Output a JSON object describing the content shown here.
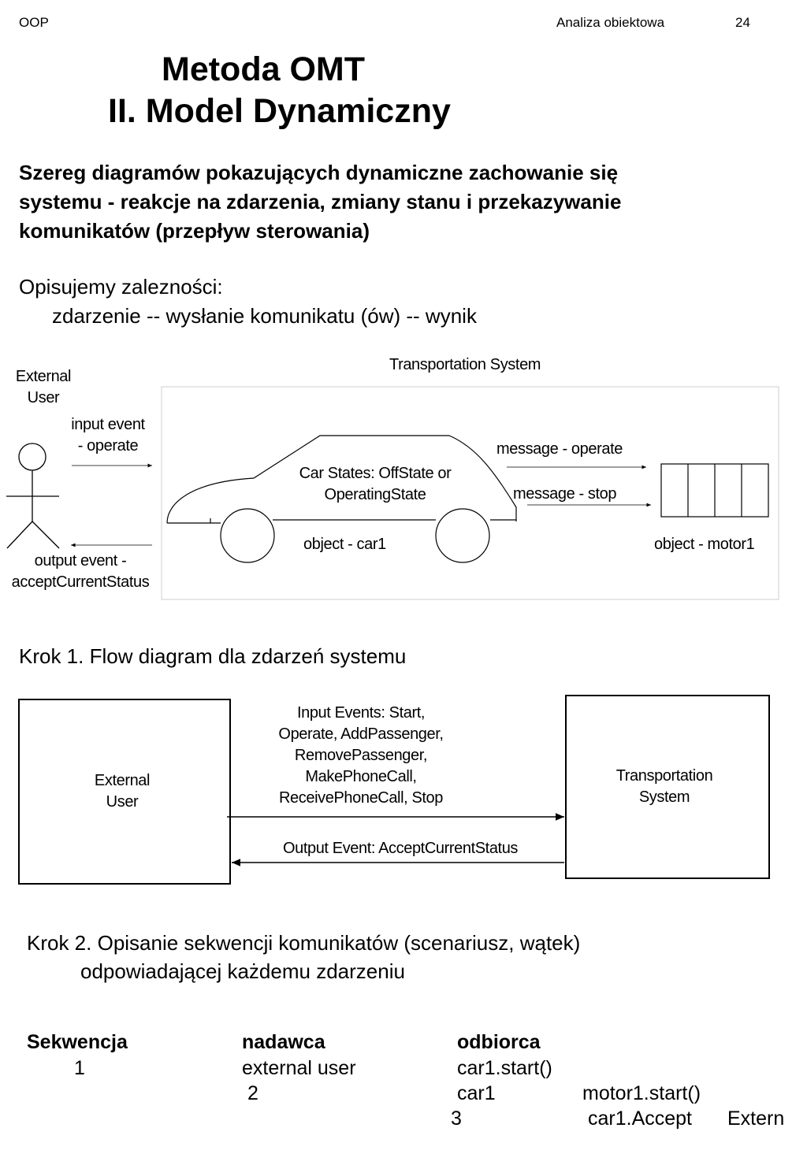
{
  "header": {
    "left": "OOP",
    "center": "Analiza obiektowa",
    "page": "24"
  },
  "title": {
    "line1": "Metoda OMT",
    "line2": "II. Model Dynamiczny"
  },
  "intro": {
    "line1": "Szereg diagramów pokazujących dynamiczne zachowanie się",
    "line2": "systemu - reakcje na zdarzenia, zmiany stanu i przekazywanie",
    "line3": "komunikatów (przepływ sterowania)"
  },
  "describe": {
    "line1": "Opisujemy zalezności:",
    "line2": "zdarzenie -- wysłanie komunikatu (ów) -- wynik"
  },
  "diagram1": {
    "system_label": "Transportation System",
    "actor_line1": "External",
    "actor_line2": "User",
    "input_line1": "input event",
    "input_line2": "- operate",
    "output_line1": "output event -",
    "output_line2": "acceptCurrentStatus",
    "car_states_line1": "Car States: OffState or",
    "car_states_line2": "OperatingState",
    "car_object": "object - car1",
    "msg_operate": "message - operate",
    "msg_stop": "message - stop",
    "motor_object": "object - motor1"
  },
  "step1": {
    "heading": "Krok 1. Flow  diagram dla zdarzeń systemu",
    "left_box_line1": "External",
    "left_box_line2": "User",
    "right_box_line1": "Transportation",
    "right_box_line2": "System",
    "input_events": [
      "Input Events: Start,",
      "Operate, AddPassenger,",
      "RemovePassenger,",
      "MakePhoneCall,",
      "ReceivePhoneCall, Stop"
    ],
    "output_event": "Output Event: AcceptCurrentStatus"
  },
  "step2": {
    "line1": "Krok 2. Opisanie sekwencji komunikatów (scenariusz, wątek)",
    "line2": "odpowiadającej każdemu zdarzeniu"
  },
  "table": {
    "headers": [
      "Sekwencja",
      "nadawca",
      "odbiorca"
    ],
    "row1": [
      "1",
      "external user",
      "car1.start()"
    ],
    "row2": [
      "2",
      "car1",
      "motor1.start()"
    ],
    "row3": [
      "3",
      "car1.Accept",
      "Extern"
    ]
  }
}
